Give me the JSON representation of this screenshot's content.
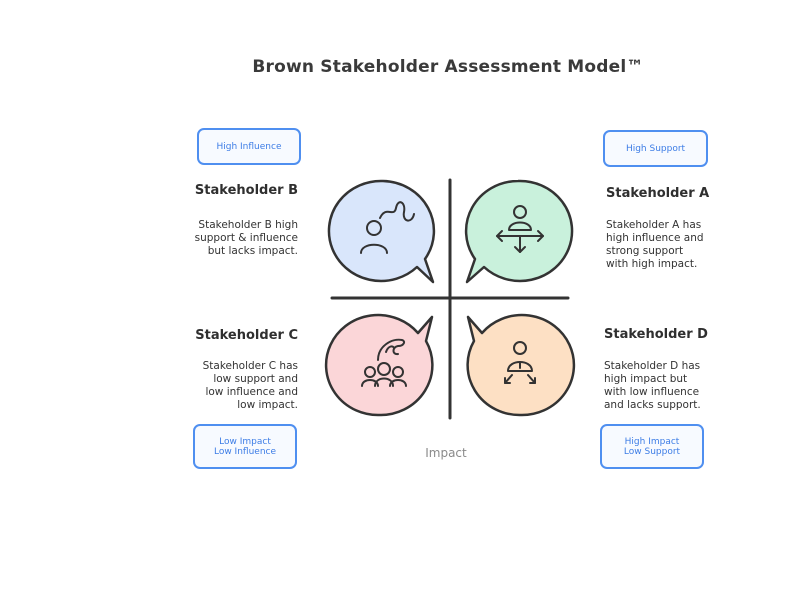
{
  "title": "Brown Stakeholder Assessment Model™",
  "boxes": {
    "top_left": "High Influence",
    "top_right": "High Support",
    "bottom_left": [
      "Low Impact",
      "Low Influence"
    ],
    "bottom_right": [
      "High Impact",
      "Low Support"
    ]
  },
  "stakeholders": {
    "b": {
      "name": "Stakeholder B",
      "desc": "Stakeholder B high\nsupport & influence\nbut lacks impact."
    },
    "a": {
      "name": "Stakeholder A",
      "desc": "Stakeholder A has\nhigh influence and\nstrong support\nwith high impact."
    },
    "c": {
      "name": "Stakeholder C",
      "desc": "Stakeholder C has\nlow support and\nlow influence and\nlow impact."
    },
    "d": {
      "name": "Stakeholder D",
      "desc": "Stakeholder D has\nhigh impact but\nwith low influence\nand lacks support."
    }
  },
  "axis_label": "Impact",
  "colors": {
    "blue_bubble": "#d9e6fb",
    "green_bubble": "#c9f1dc",
    "red_bubble": "#fbd6d8",
    "orange_bubble": "#fde0c4",
    "box_border": "#4f8ff0",
    "box_text": "#3d7de6"
  },
  "icons": {
    "b": "person-with-squiggle-icon",
    "a": "person-with-arrows-icon",
    "c": "group-with-hand-icon",
    "d": "person-with-legs-icon"
  }
}
